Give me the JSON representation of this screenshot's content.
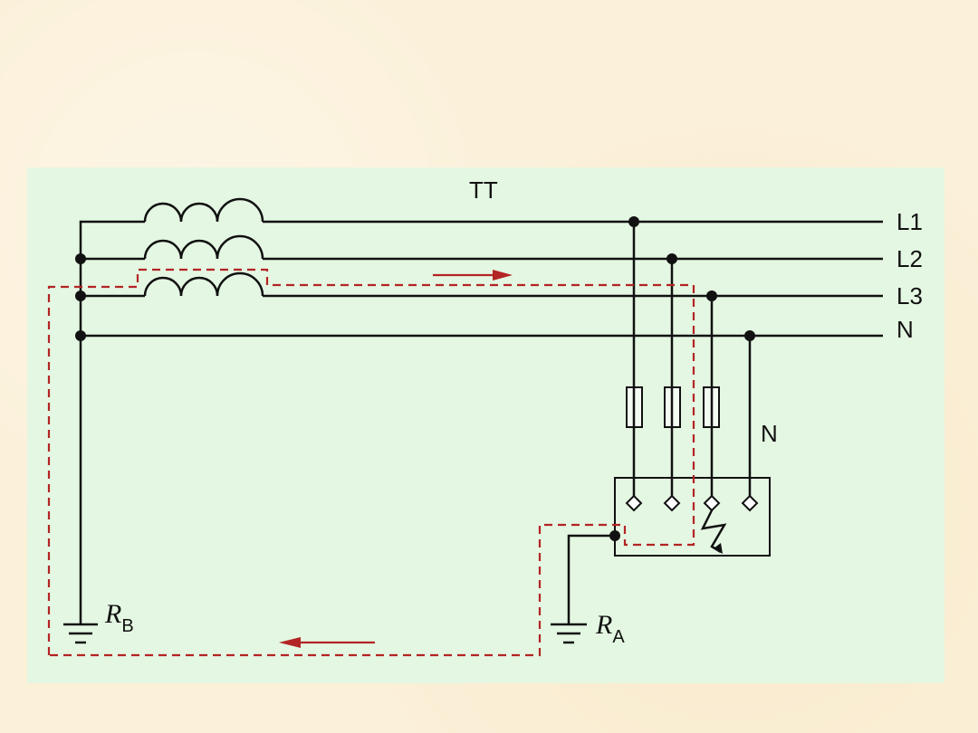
{
  "diagram": {
    "title": "TT",
    "line_labels": {
      "l1": "L1",
      "l2": "L2",
      "l3": "L3",
      "n": "N"
    },
    "device_neutral_label": "N",
    "earth_source": {
      "letter": "R",
      "subscript": "B"
    },
    "earth_device": {
      "letter": "R",
      "subscript": "A"
    },
    "colors": {
      "panel_background": "#e4f7e2",
      "wire": "#111111",
      "fault_current_path": "#b32424"
    }
  }
}
